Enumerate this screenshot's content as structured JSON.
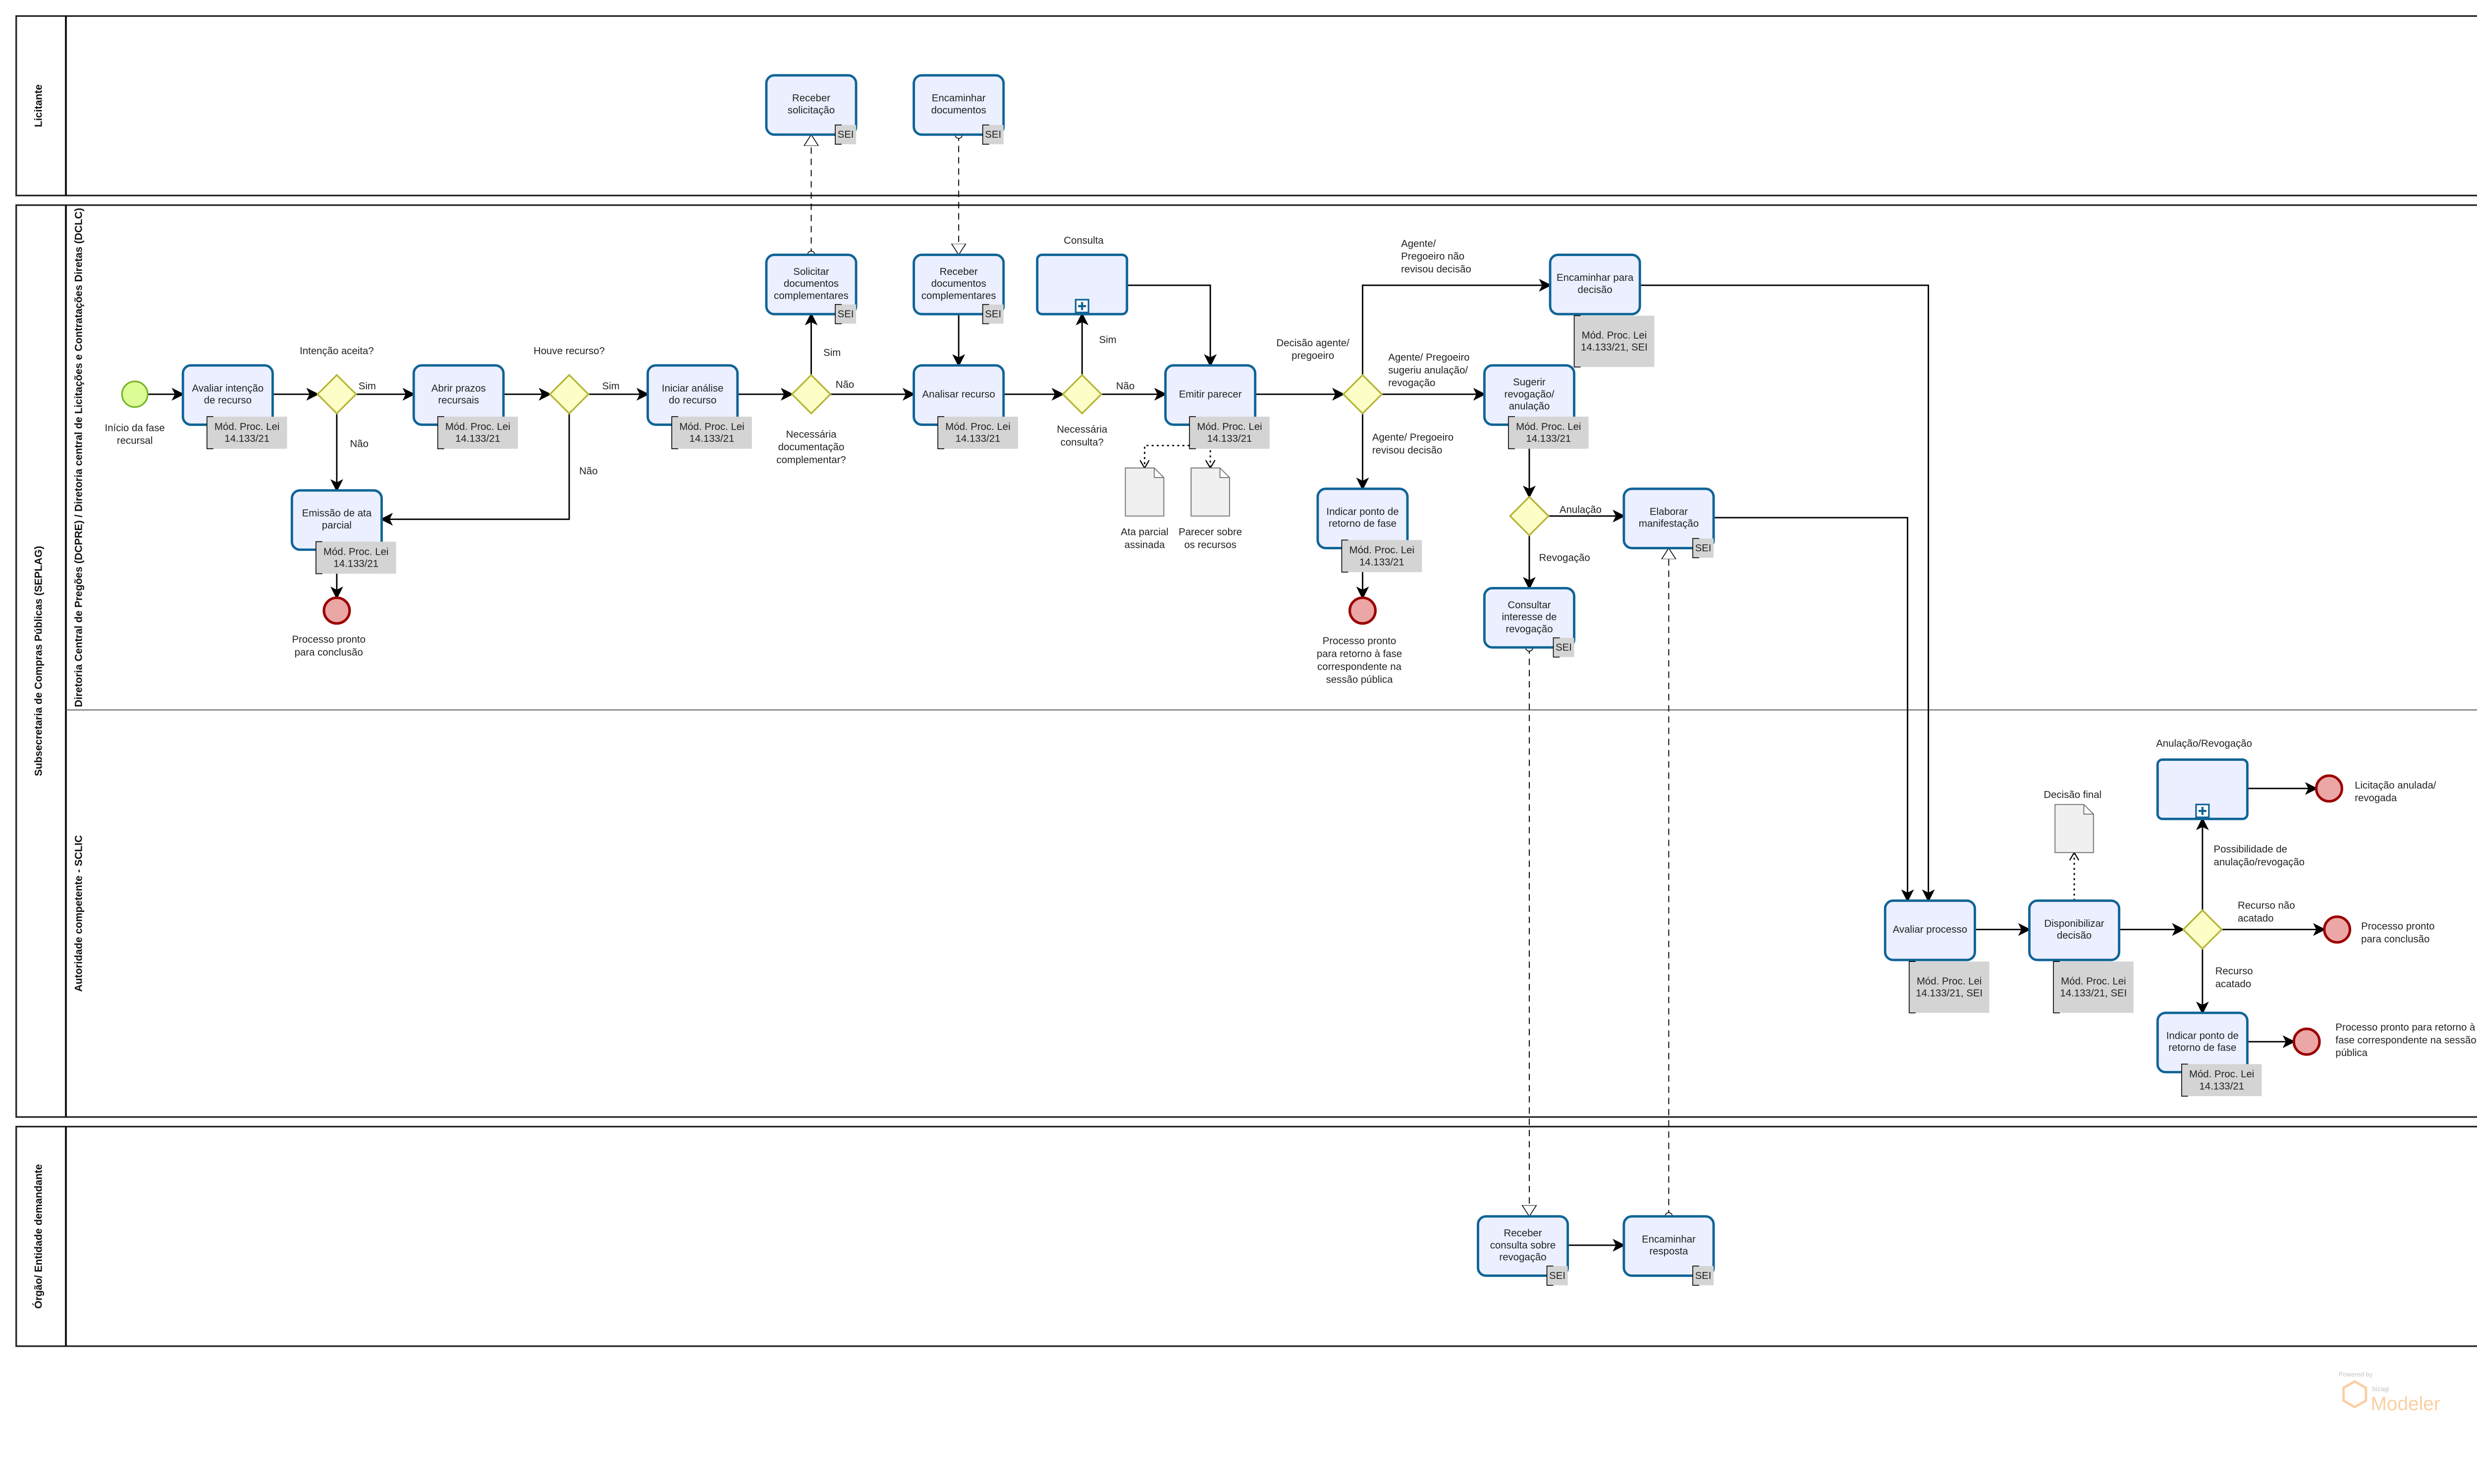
{
  "pools": {
    "licitante": {
      "label": "Licitante"
    },
    "seplag": {
      "label": "Subsecretaria de Compras Públicas (SEPLAG)",
      "lanes": {
        "dclc": "Diretoria Central de Pregões (DCPRE) / Diretoria central de Licitações e Contratações Diretas (DCLC)",
        "sclic": "Autoridade competente - SCLIC"
      }
    },
    "orgao": {
      "label": "Órgão/ Entidade demandante"
    }
  },
  "tasks": {
    "receber_solicitacao": {
      "label": [
        "Receber",
        "solicitação"
      ],
      "annotation": [
        "SEI"
      ]
    },
    "encaminhar_documentos": {
      "label": [
        "Encaminhar",
        "documentos"
      ],
      "annotation": [
        "SEI"
      ]
    },
    "avaliar_intencao": {
      "label": [
        "Avaliar intenção",
        "de recurso"
      ],
      "annotation": [
        "Mód. Proc. Lei",
        "14.133/21"
      ]
    },
    "abrir_prazos": {
      "label": [
        "Abrir prazos",
        "recursais"
      ],
      "annotation": [
        "Mód. Proc. Lei",
        "14.133/21"
      ]
    },
    "iniciar_analise": {
      "label": [
        "Iniciar análise",
        "do recurso"
      ],
      "annotation": [
        "Mód. Proc. Lei",
        "14.133/21"
      ]
    },
    "emissao_ata": {
      "label": [
        "Emissão de ata",
        "parcial"
      ],
      "annotation": [
        "Mód. Proc. Lei",
        "14.133/21"
      ]
    },
    "solicitar_documentos": {
      "label": [
        "Solicitar",
        "documentos",
        "complementares"
      ],
      "annotation": [
        "SEI"
      ]
    },
    "receber_documentos": {
      "label": [
        "Receber",
        "documentos",
        "complementares"
      ],
      "annotation": [
        "SEI"
      ]
    },
    "analisar_recurso": {
      "label": [
        "Analisar recurso"
      ],
      "annotation": [
        "Mód. Proc. Lei",
        "14.133/21"
      ]
    },
    "emitir_parecer": {
      "label": [
        "Emitir parecer"
      ],
      "annotation": [
        "Mód. Proc. Lei",
        "14.133/21"
      ]
    },
    "encaminhar_decisao": {
      "label": [
        "Encaminhar para",
        "decisão"
      ],
      "annotation": [
        "Mód. Proc. Lei",
        "14.133/21, SEI"
      ]
    },
    "sugerir_revogacao": {
      "label": [
        "Sugerir",
        "revogação/",
        "anulação"
      ],
      "annotation": [
        "Mód. Proc. Lei",
        "14.133/21"
      ]
    },
    "indicar_ponto_dclc": {
      "label": [
        "Indicar ponto de",
        "retorno de fase"
      ],
      "annotation": [
        "Mód. Proc. Lei",
        "14.133/21"
      ]
    },
    "elaborar_manifestacao": {
      "label": [
        "Elaborar",
        "manifestação"
      ],
      "annotation": [
        "SEI"
      ]
    },
    "consultar_interesse": {
      "label": [
        "Consultar",
        "interesse de",
        "revogação"
      ],
      "annotation": [
        "SEI"
      ]
    },
    "avaliar_processo": {
      "label": [
        "Avaliar processo"
      ],
      "annotation": [
        "Mód. Proc. Lei",
        "14.133/21, SEI"
      ]
    },
    "disponibilizar_decisao": {
      "label": [
        "Disponibilizar",
        "decisão"
      ],
      "annotation": [
        "Mód. Proc. Lei",
        "14.133/21, SEI"
      ]
    },
    "indicar_ponto_sclic": {
      "label": [
        "Indicar ponto de",
        "retorno de fase"
      ],
      "annotation": [
        "Mód. Proc. Lei",
        "14.133/21"
      ]
    },
    "receber_consulta": {
      "label": [
        "Receber",
        "consulta sobre",
        "revogação"
      ],
      "annotation": [
        "SEI"
      ]
    },
    "encaminhar_resposta": {
      "label": [
        "Encaminhar",
        "resposta"
      ],
      "annotation": [
        "SEI"
      ]
    }
  },
  "subprocesses": {
    "consulta": {
      "label": [
        "Consulta"
      ]
    },
    "anulacao_revogacao": {
      "label": [
        "Anulação/Revogação"
      ]
    }
  },
  "gateways": {
    "intencao": {
      "label": [
        "Intenção aceita?"
      ]
    },
    "recurso": {
      "label": [
        "Houve recurso?"
      ]
    },
    "documentacao": {
      "label": [
        "Necessária",
        "documentação",
        "complementar?"
      ]
    },
    "consulta": {
      "label": [
        "Necessária",
        "consulta?"
      ]
    },
    "decisao": {
      "label": [
        "Decisão agente/",
        "pregoeiro"
      ]
    },
    "anulacao": {
      "label": []
    },
    "final": {
      "label": []
    }
  },
  "events": {
    "inicio": {
      "type": "start",
      "label": [
        "Início da fase",
        "recursal"
      ]
    },
    "fim_conclusao_1": {
      "type": "end",
      "label": [
        "Processo pronto",
        "para conclusão"
      ]
    },
    "fim_retorno_1": {
      "type": "end",
      "label": [
        "Processo pronto",
        "para retorno à fase",
        "correspondente na",
        "sessão pública"
      ]
    },
    "fim_anulada": {
      "type": "end",
      "label": [
        "Licitação anulada/",
        "revogada"
      ]
    },
    "fim_conclusao_2": {
      "type": "end",
      "label": [
        "Processo pronto",
        "para conclusão"
      ]
    },
    "fim_retorno_2": {
      "type": "end",
      "label": [
        "Processo pronto para retorno à",
        "fase correspondente na sessão",
        "pública"
      ]
    }
  },
  "data_objects": {
    "ata_parcial": {
      "label": [
        "Ata parcial",
        "assinada"
      ]
    },
    "parecer": {
      "label": [
        "Parecer sobre",
        "os recursos"
      ]
    },
    "decisao_final": {
      "label": [
        "Decisão final"
      ]
    }
  },
  "flow_labels": {
    "sim1": [
      "Sim"
    ],
    "nao1": [
      "Não"
    ],
    "sim2": [
      "Sim"
    ],
    "nao2": [
      "Não"
    ],
    "sim3": [
      "Sim"
    ],
    "nao3": [
      "Não"
    ],
    "sim4": [
      "Sim"
    ],
    "nao4": [
      "Não"
    ],
    "nao_revisou": [
      "Agente/",
      "Pregoeiro não",
      "revisou decisão"
    ],
    "sugeriu": [
      "Agente/ Pregoeiro",
      "sugeriu anulação/",
      "revogação"
    ],
    "revisou": [
      "Agente/ Pregoeiro",
      "revisou decisão"
    ],
    "anulacao": [
      "Anulação"
    ],
    "revogacao": [
      "Revogação"
    ],
    "possibilidade": [
      "Possibilidade de",
      "anulação/revogação"
    ],
    "nao_acatado": [
      "Recurso não",
      "acatado"
    ],
    "acatado": [
      "Recurso",
      "acatado"
    ]
  },
  "watermark": {
    "powered": "Powered by",
    "brand": "bizagi",
    "product": "Modeler"
  },
  "colors": {
    "task_fill": "#ebefff",
    "task_stroke": "#0f6496",
    "gateway_fill": "#fdfdc8",
    "start_fill": "#dcfc96",
    "end_fill": "#eba6a6",
    "end_stroke": "#9b0000",
    "annotation": "#d4d4d4"
  }
}
